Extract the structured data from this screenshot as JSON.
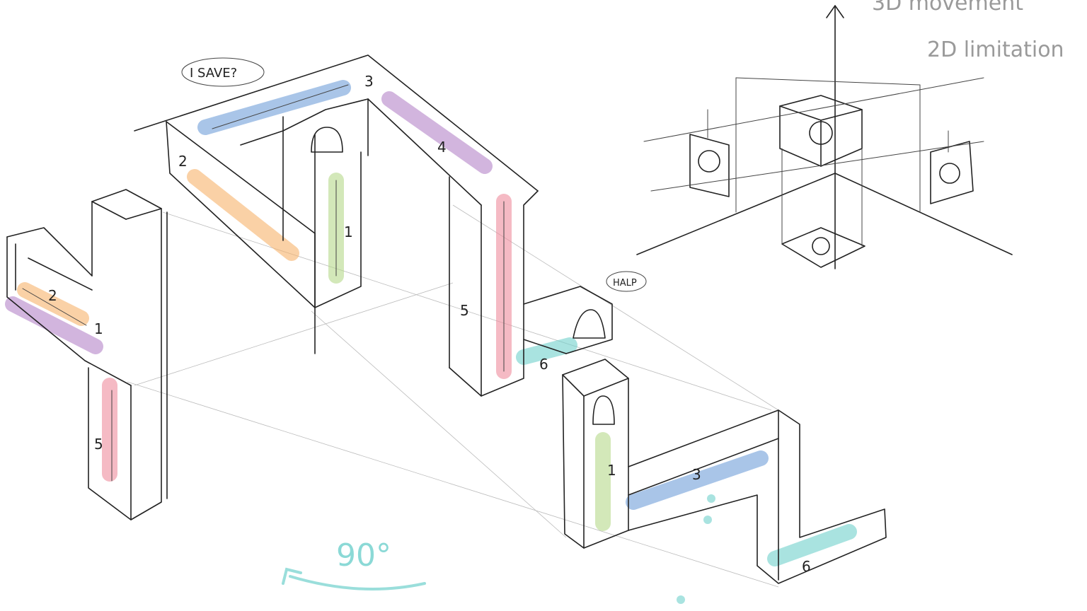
{
  "notes": {
    "line1": "3D movement",
    "line2": "2D limitation",
    "speech_save": "I SAVE?",
    "speech_help": "HALP",
    "angle": "90°"
  },
  "step_labels": {
    "upper_2": "2",
    "upper_3": "3",
    "upper_4": "4",
    "upper_1": "1",
    "upper_5": "5",
    "upper_6": "6",
    "left_2": "2",
    "left_1": "1",
    "left_5": "5",
    "lower_1": "1",
    "lower_3": "3",
    "lower_6": "6"
  },
  "colors": {
    "blue": "#6f9fd8",
    "purple": "#b483c8",
    "orange": "#f6b36b",
    "green": "#b5d98a",
    "pink": "#ef8c9c",
    "teal": "#6fd0cc"
  }
}
